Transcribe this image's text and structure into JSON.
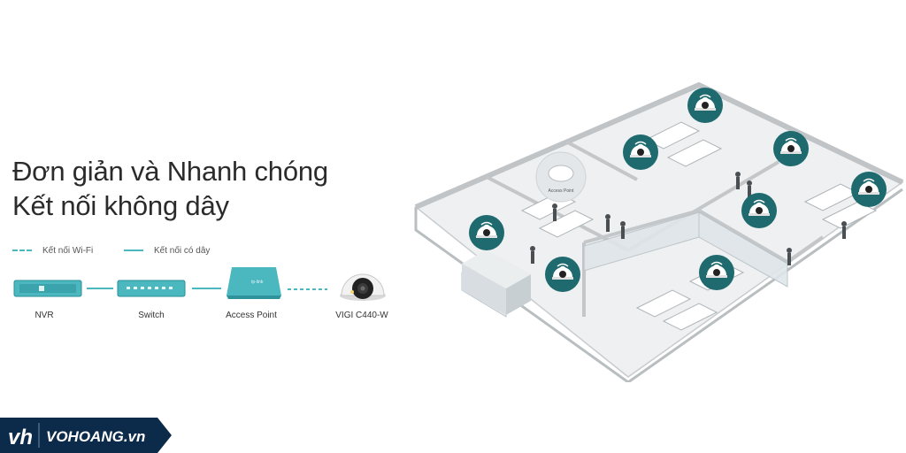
{
  "heading": {
    "line1": "Đơn giản và Nhanh chóng",
    "line2": "Kết nối không dây"
  },
  "legend": {
    "wifi": "Kết nối Wi-Fi",
    "wired": "Kết nối có dây"
  },
  "devices": {
    "nvr": "NVR",
    "switch": "Switch",
    "ap": "Access Point",
    "camera": "VIGI C440-W"
  },
  "floorplan": {
    "ap_label": "Access Point"
  },
  "brand": {
    "name": "VOHOANG.vn"
  },
  "colors": {
    "accent": "#4bb7bf",
    "camera_badge": "#1f6a6f",
    "brand_bg": "#0c2a4a"
  }
}
